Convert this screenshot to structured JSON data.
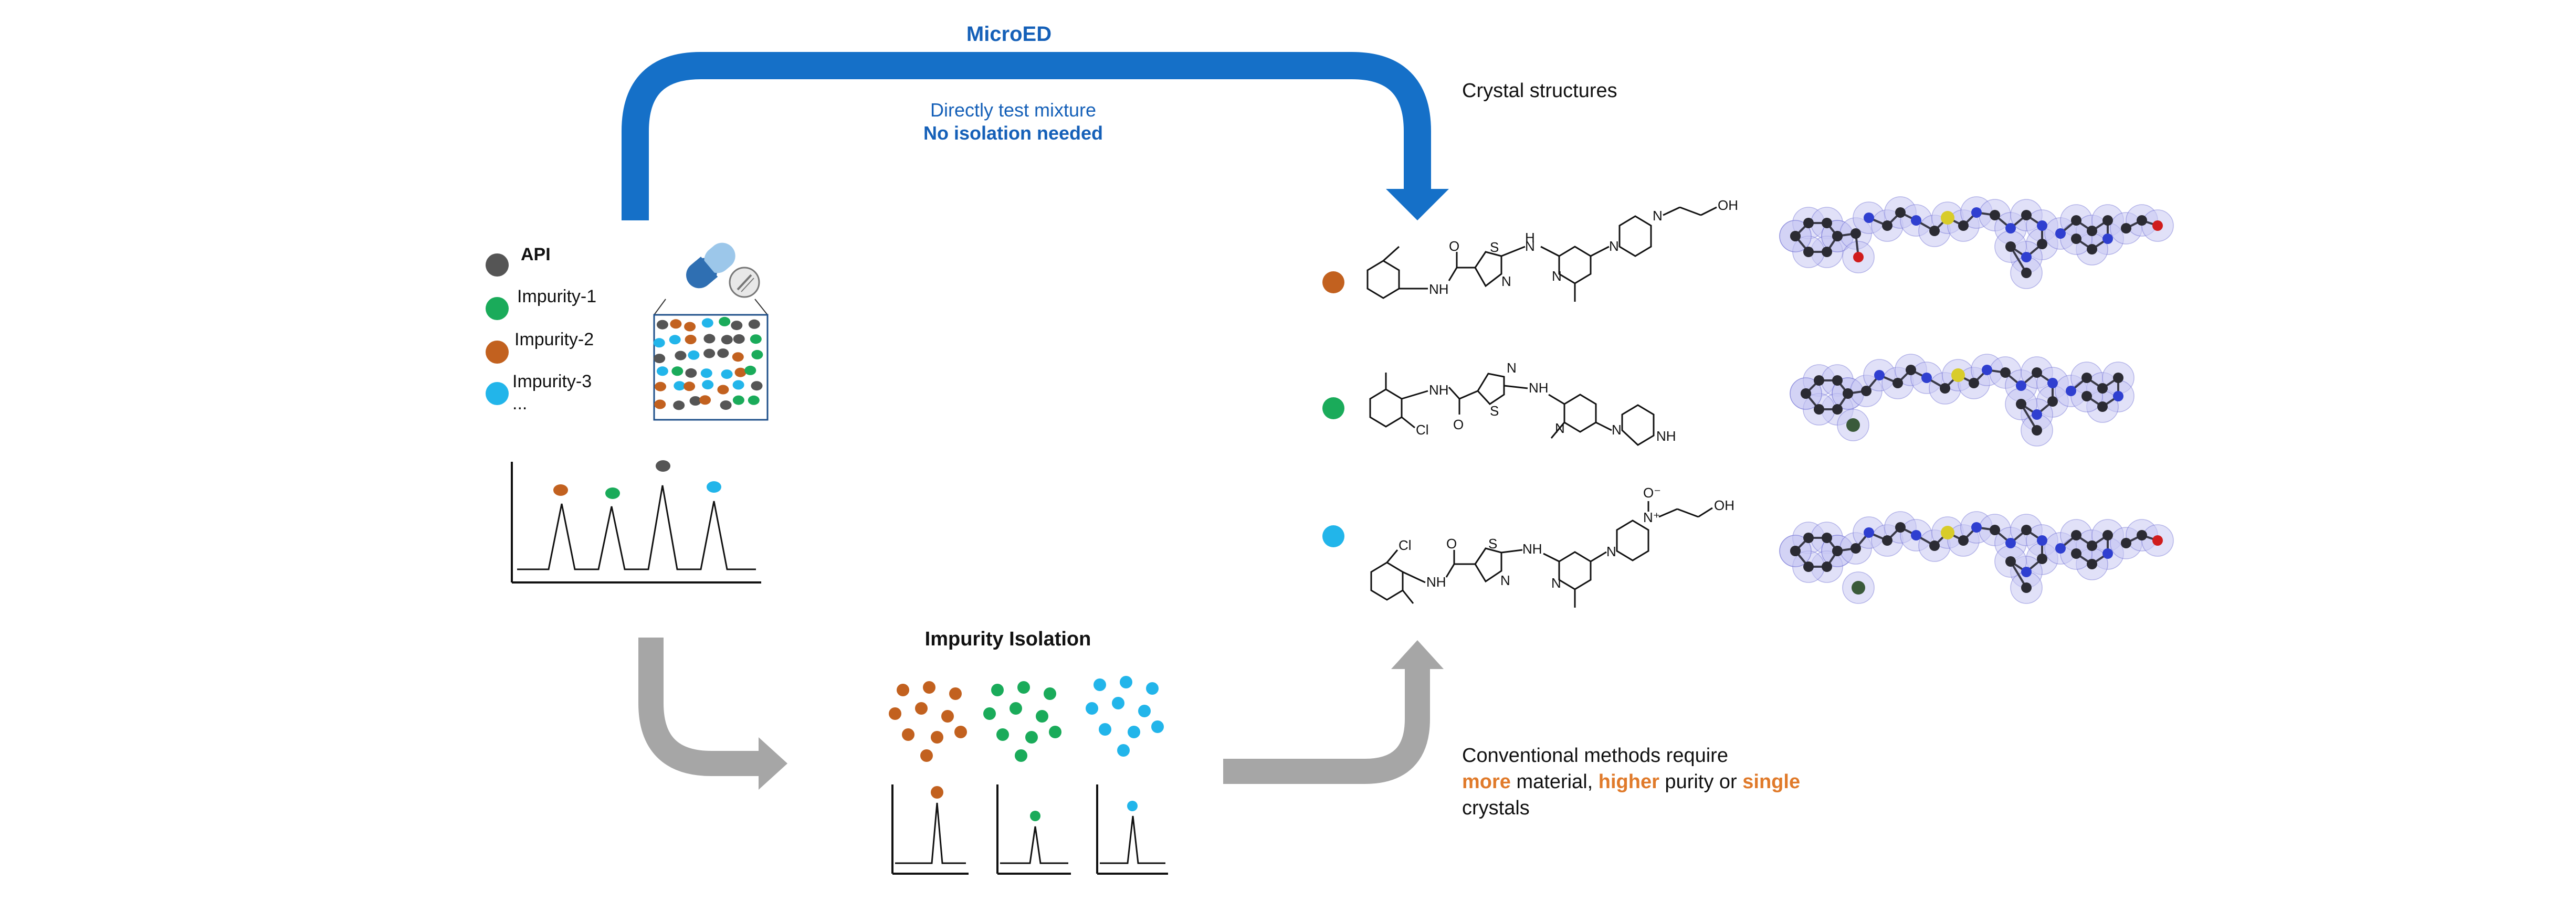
{
  "top_path": {
    "title": "MicroED",
    "line1": "Directly test mixture",
    "line2": "No isolation needed"
  },
  "crystal_structures_label": "Crystal structures",
  "legend": {
    "items": [
      {
        "label": "API",
        "color": "#555555"
      },
      {
        "label": "Impurity-1",
        "color": "#1aab5a"
      },
      {
        "label": "Impurity-2",
        "color": "#c2611f"
      },
      {
        "label": "Impurity-3",
        "color": "#22b5ea"
      },
      {
        "label": "...",
        "color": ""
      }
    ]
  },
  "bottom_path": {
    "title": "Impurity Isolation"
  },
  "conventional": {
    "line1": "Conventional methods require",
    "more": "more",
    "material": " material, ",
    "higher": "higher",
    "purity_or": " purity or ",
    "single": "single",
    "line3": "crystals"
  },
  "structure_rows": [
    {
      "marker_color": "#c2611f"
    },
    {
      "marker_color": "#1aab5a"
    },
    {
      "marker_color": "#22b5ea"
    }
  ],
  "chem_labels": {
    "NH": "NH",
    "O": "O",
    "N": "N",
    "S": "S",
    "H": "H",
    "OH": "OH",
    "Cl": "Cl",
    "NH2": "NH",
    "Ominus": "O⁻",
    "Nplus": "N⁺"
  },
  "colors": {
    "microed_blue": "#1570c8",
    "microed_text": "#1560b8",
    "gray_arrow": "#a6a6a6",
    "highlight_orange": "#e07a2a"
  }
}
